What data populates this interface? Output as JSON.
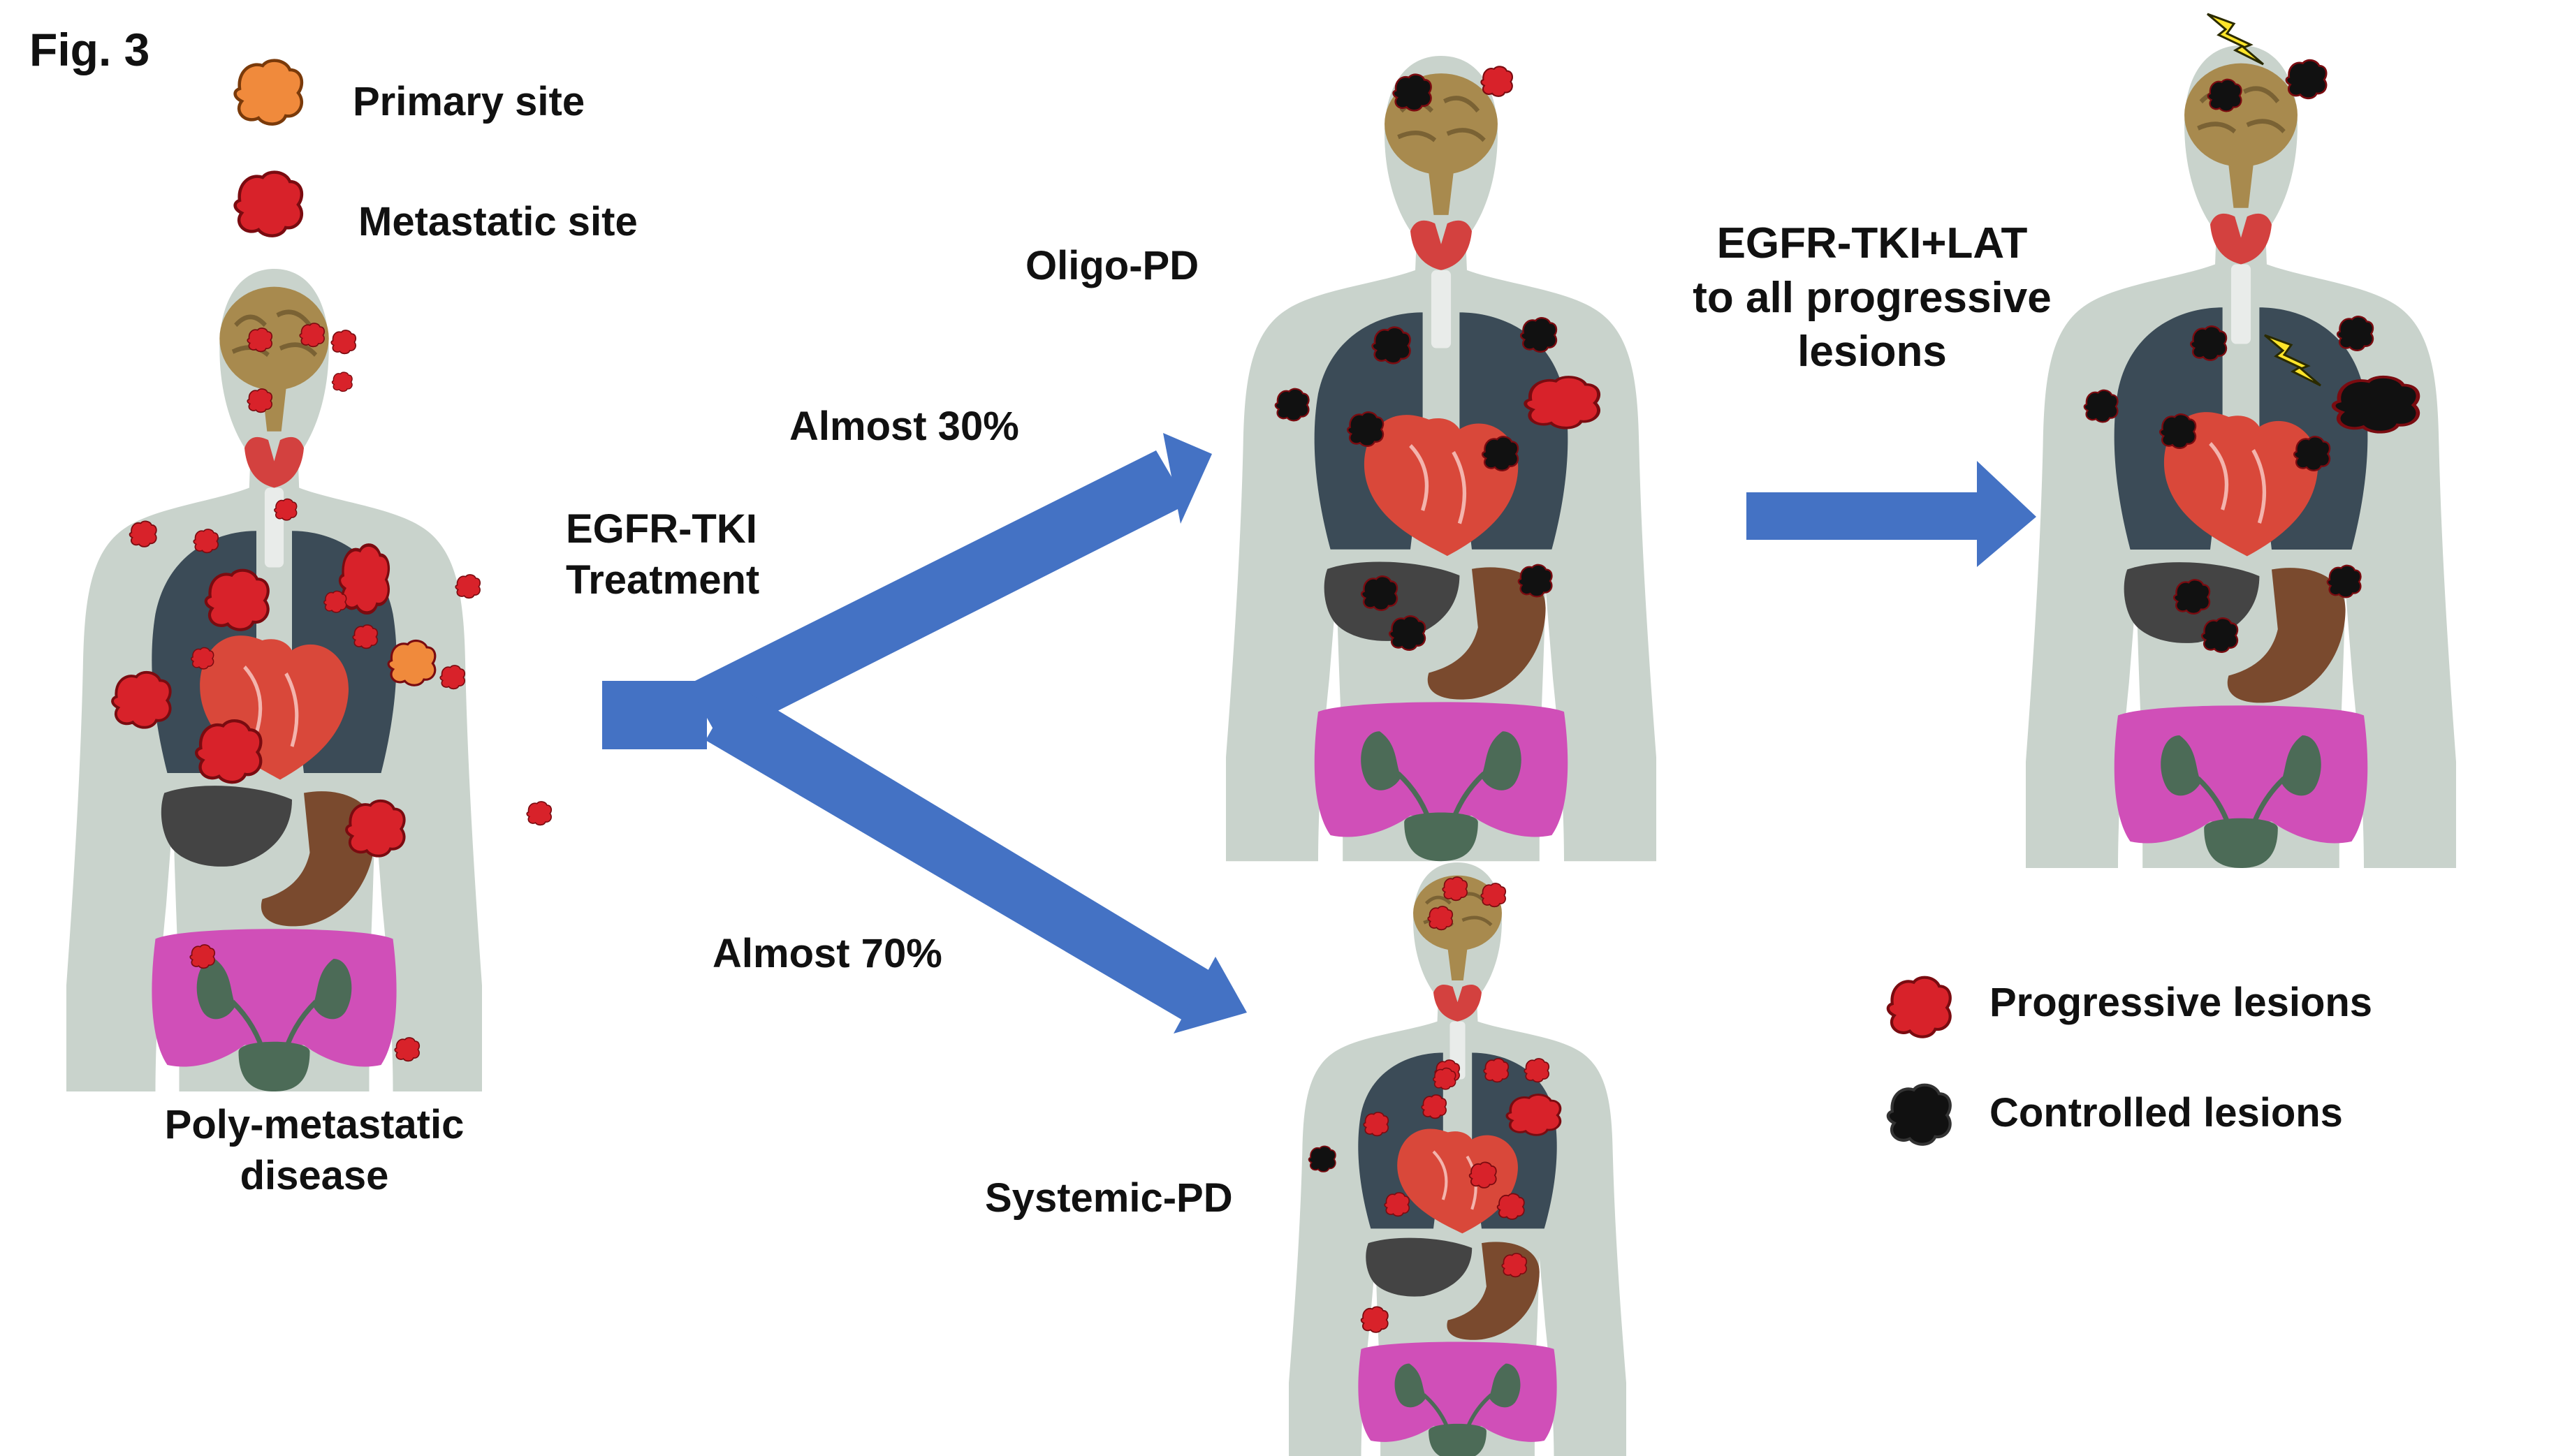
{
  "figure_label": "Fig. 3",
  "colors": {
    "body": "#c9d3cc",
    "brain": "#a88a4e",
    "brain_dark": "#7a6234",
    "thyroid": "#d3413f",
    "lungs": "#3b4b57",
    "heart": "#d9483a",
    "liver": "#444444",
    "stomach": "#7a4a2e",
    "intestine": "#d04fb8",
    "kidney": "#4c6b57",
    "bladder": "#4c6b57",
    "arrow": "#4472c4",
    "primary_site": "#f08a3c",
    "progressive_lesion": "#d8222a",
    "controlled_lesion": "#111111",
    "bolt": "#ffe52a"
  },
  "top_legend": {
    "primary_site": "Primary site",
    "metastatic_site": "Metastatic site"
  },
  "bottom_legend": {
    "progressive": "Progressive lesions",
    "controlled": "Controlled lesions"
  },
  "labels": {
    "poly_metastatic": [
      "Poly-metastatic",
      "disease"
    ],
    "treatment": [
      "EGFR-TKI",
      "Treatment"
    ],
    "almost_30": "Almost 30%",
    "almost_70": "Almost 70%",
    "oligo_pd": "Oligo-PD",
    "systemic_pd": "Systemic-PD",
    "lat": [
      "EGFR-TKI+LAT",
      "to all progressive",
      "lesions"
    ]
  },
  "icons": {
    "human_body": "human-body-anatomy-icon",
    "lesion_blob": "lesion-blob-icon",
    "radiation_bolt": "lightning-bolt-icon",
    "flow_arrow": "arrow-icon"
  }
}
